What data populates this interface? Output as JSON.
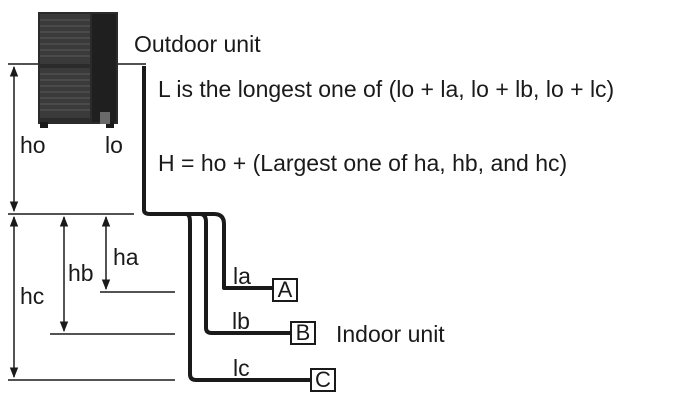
{
  "labels": {
    "outdoor_unit": "Outdoor unit",
    "indoor_unit": "Indoor unit",
    "formula_L": "L is the longest one of (lo + la, lo + lb, lo + lc)",
    "formula_H": "H = ho + (Largest one of ha, hb, and hc)"
  },
  "dimensions": {
    "ho": "ho",
    "lo": "lo",
    "ha": "ha",
    "hb": "hb",
    "hc": "hc",
    "la": "la",
    "lb": "lb",
    "lc": "lc"
  },
  "indoor_units": [
    "A",
    "B",
    "C"
  ],
  "colors": {
    "line": "#1a1a1a",
    "unit_body": "#2b2b2b",
    "unit_grille": "#5a5a5a"
  }
}
